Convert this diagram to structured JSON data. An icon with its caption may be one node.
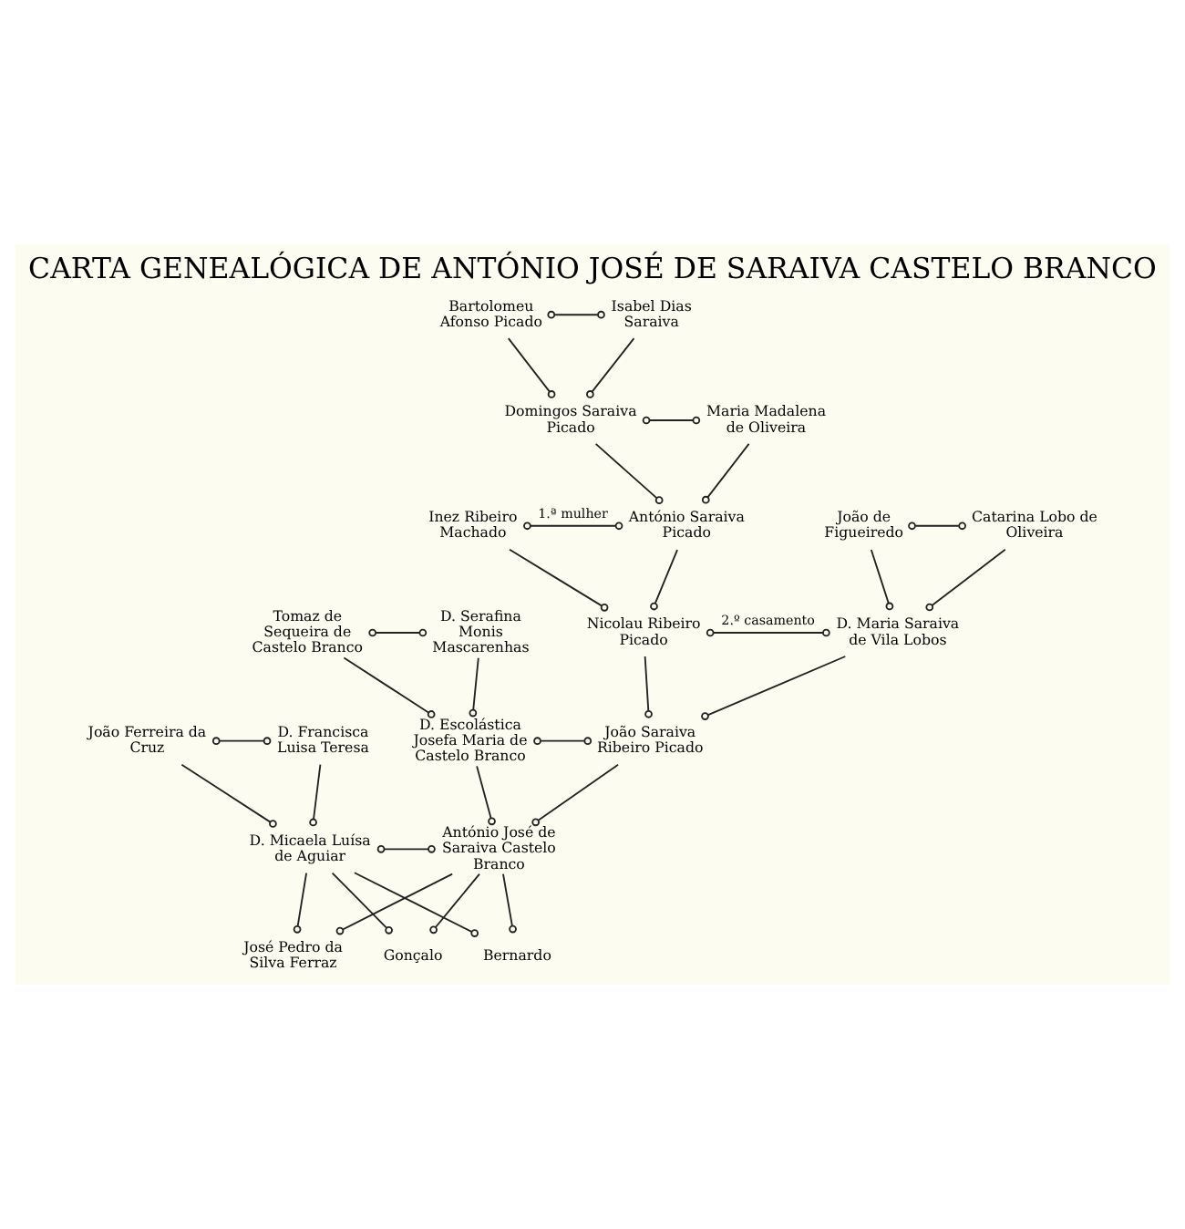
{
  "diagram": {
    "title": "CARTA GENEALÓGICA DE ANTÓNIO JOSÉ DE SARAIVA CASTELO BRANCO",
    "nodes": [
      {
        "text": [
          "Bartolomeu Afonso Picado"
        ]
      },
      {
        "text": [
          "Isabel Dias Saraiva"
        ]
      },
      {
        "text": [
          "Domingos Saraiva Picado"
        ]
      },
      {
        "text": [
          "Maria Madalena de Oliveira"
        ]
      },
      {
        "text": [
          "Inez Ribeiro Machado"
        ]
      },
      {
        "text": [
          "António Saraiva Picado"
        ]
      },
      {
        "text": [
          "João de Figueiredo"
        ]
      },
      {
        "text": [
          "Catarina Lobo de Oliveira"
        ]
      },
      {
        "text": [
          "Tomaz de Sequeira de Castelo Branco"
        ]
      },
      {
        "text": [
          "D. Serafina Monis Mascarenhas"
        ]
      },
      {
        "text": [
          "Nicolau Ribeiro Picado"
        ]
      },
      {
        "text": [
          "D. Maria Saraiva de Vila Lobos"
        ]
      },
      {
        "text": [
          "D. Escolástica Josefa Maria de Castelo Branco"
        ]
      },
      {
        "text": [
          "João Saraiva Ribeiro Picado"
        ]
      },
      {
        "text": [
          "João Ferreira da Cruz"
        ]
      },
      {
        "text": [
          "D. Francisca Luisa Teresa"
        ]
      },
      {
        "text": [
          "António José de Saraiva Castelo Branco"
        ]
      },
      {
        "text": [
          "D. Micaela Luísa de Aguiar"
        ]
      },
      {
        "text": [
          "José Pedro da Silva Ferraz"
        ]
      },
      {
        "text": [
          "Bernardo"
        ]
      },
      {
        "text": [
          "Gonçalo"
        ]
      }
    ],
    "edges": [
      {
        "from": 0,
        "to": 1,
        "arrow": "other"
      },
      {
        "from": 0,
        "to": 2,
        "arrow": "other"
      },
      {
        "from": 1,
        "to": 2,
        "arrow": "other"
      },
      {
        "from": 2,
        "to": 3,
        "arrow": "other"
      },
      {
        "from": 2,
        "to": 5,
        "arrow": "other"
      },
      {
        "from": 3,
        "to": 5,
        "arrow": "other"
      },
      {
        "from": 4,
        "to": 5,
        "arrow": "other",
        "label": "1.ª mulher"
      },
      {
        "from": 6,
        "to": 7,
        "arrow": "other"
      },
      {
        "from": 4,
        "to": 10,
        "arrow": "other"
      },
      {
        "from": 5,
        "to": 10,
        "arrow": "other"
      },
      {
        "from": 6,
        "to": 11,
        "arrow": "other"
      },
      {
        "from": 7,
        "to": 11,
        "arrow": "other"
      },
      {
        "from": 8,
        "to": 9,
        "arrow": "other"
      },
      {
        "from": 10,
        "to": 11,
        "arrow": "other",
        "label": "2.º casamento"
      },
      {
        "from": 8,
        "to": 12,
        "arrow": "other"
      },
      {
        "from": 9,
        "to": 12,
        "arrow": "other"
      },
      {
        "from": 10,
        "to": 13,
        "arrow": "other"
      },
      {
        "from": 11,
        "to": 13,
        "arrow": "other"
      },
      {
        "from": 12,
        "to": 13,
        "arrow": "other"
      },
      {
        "from": 14,
        "to": 15,
        "arrow": "other"
      },
      {
        "from": 12,
        "to": 16,
        "arrow": "other"
      },
      {
        "from": 13,
        "to": 16,
        "arrow": "other"
      },
      {
        "from": 14,
        "to": 17,
        "arrow": "other"
      },
      {
        "from": 15,
        "to": 17,
        "arrow": "other"
      },
      {
        "from": 16,
        "to": 17,
        "arrow": "other"
      },
      {
        "from": 16,
        "to": 18,
        "arrow": "other"
      },
      {
        "from": 17,
        "to": 18,
        "arrow": "other"
      },
      {
        "from": 16,
        "to": 19,
        "arrow": "other"
      },
      {
        "from": 17,
        "to": 19,
        "arrow": "other"
      },
      {
        "from": 16,
        "to": 20,
        "arrow": "other"
      },
      {
        "from": 17,
        "to": 20,
        "arrow": "other"
      }
    ]
  }
}
